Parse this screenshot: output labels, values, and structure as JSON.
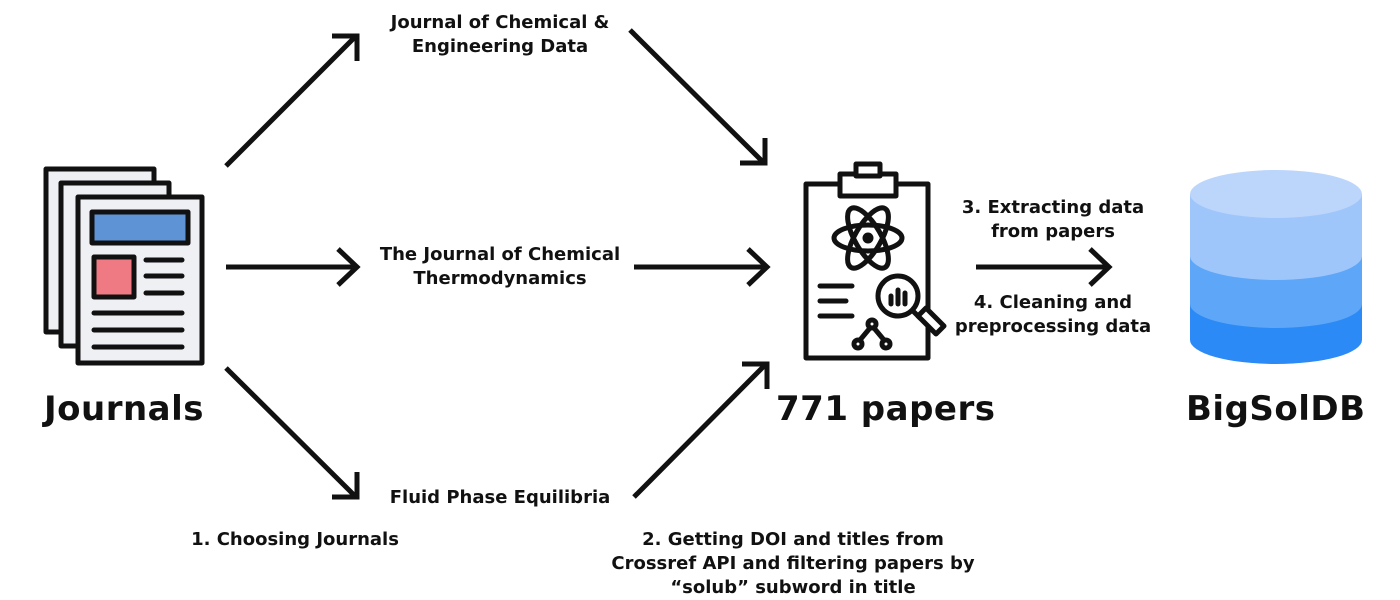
{
  "nodes": {
    "journals": "Journals",
    "papers": "771 papers",
    "db": "BigSolDB"
  },
  "journals": {
    "jced": [
      "Journal of Chemical &",
      "Engineering Data"
    ],
    "jct": [
      "The Journal of Chemical",
      "Thermodynamics"
    ],
    "fpe": "Fluid Phase Equilibria"
  },
  "steps": {
    "step1": "1. Choosing Journals",
    "step2": [
      "2. Getting DOI and titles from",
      "Crossref API and filtering papers by",
      "“solub” subword in title"
    ],
    "step3": [
      "3. Extracting data",
      "from papers"
    ],
    "step4": [
      "4. Cleaning and",
      "preprocessing data"
    ]
  },
  "icons": {
    "journals_icon": "newspaper-stack-icon",
    "papers_icon": "clipboard-science-icon",
    "db_icon": "database-cylinder-icon"
  },
  "colors": {
    "db_top": "#bcd6fb",
    "db_mid1": "#9fc6fb",
    "db_mid2": "#5ea6f7",
    "db_bottom": "#2b8af5",
    "news_header": "#5e94d6",
    "news_image": "#f07a84",
    "paper_bg": "#eef0f3",
    "stroke": "#111111"
  }
}
